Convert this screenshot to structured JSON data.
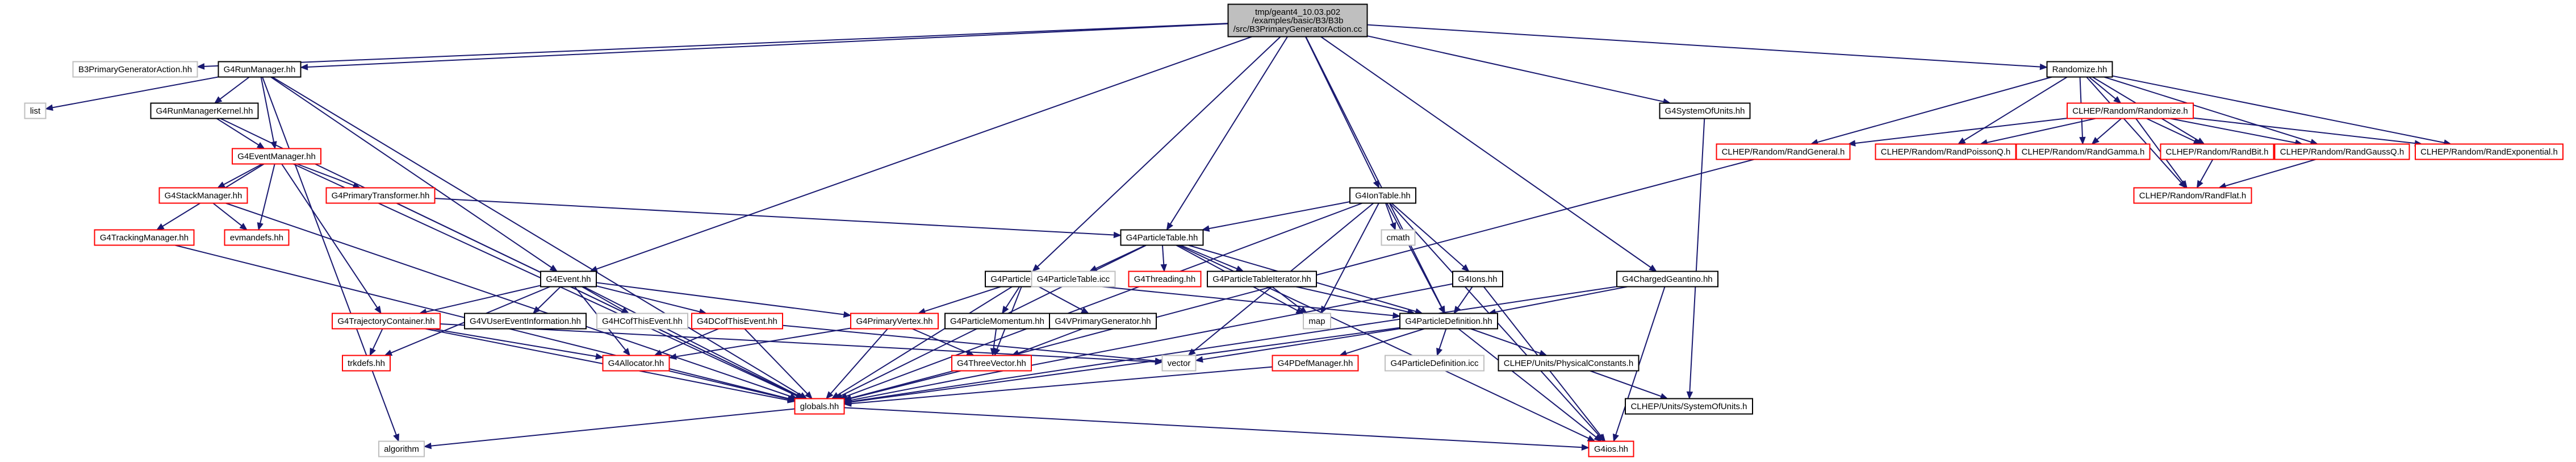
{
  "colors": {
    "edge": "#191970",
    "root_fill": "#bfbfbf",
    "root_border": "#000000",
    "documented_border": "#000000",
    "missing_border": "#ff0000",
    "external_border": "#bfbfbf",
    "external_text": "#000000",
    "node_fill": "#ffffff"
  },
  "nodes": [
    {
      "id": "root",
      "label": [
        "tmp/geant4_10.03.p02",
        "/examples/basic/B3/B3b",
        "/src/B3PrimaryGeneratorAction.cc"
      ],
      "kind": "root"
    },
    {
      "id": "B3PGA_hh",
      "label": [
        "B3PrimaryGeneratorAction.hh"
      ],
      "kind": "external"
    },
    {
      "id": "G4RunManager",
      "label": [
        "G4RunManager.hh"
      ],
      "kind": "documented"
    },
    {
      "id": "list",
      "label": [
        "list"
      ],
      "kind": "external"
    },
    {
      "id": "G4RunManagerKernel",
      "label": [
        "G4RunManagerKernel.hh"
      ],
      "kind": "documented"
    },
    {
      "id": "G4EventManager",
      "label": [
        "G4EventManager.hh"
      ],
      "kind": "missing"
    },
    {
      "id": "G4StackManager",
      "label": [
        "G4StackManager.hh"
      ],
      "kind": "missing"
    },
    {
      "id": "G4PrimaryTransformer",
      "label": [
        "G4PrimaryTransformer.hh"
      ],
      "kind": "missing"
    },
    {
      "id": "G4TrackingManager",
      "label": [
        "G4TrackingManager.hh"
      ],
      "kind": "missing"
    },
    {
      "id": "evmandefs",
      "label": [
        "evmandefs.hh"
      ],
      "kind": "missing"
    },
    {
      "id": "G4Event",
      "label": [
        "G4Event.hh"
      ],
      "kind": "documented"
    },
    {
      "id": "G4TrajectoryContainer",
      "label": [
        "G4TrajectoryContainer.hh"
      ],
      "kind": "missing"
    },
    {
      "id": "G4VUserEventInformation",
      "label": [
        "G4VUserEventInformation.hh"
      ],
      "kind": "documented"
    },
    {
      "id": "G4HCofThisEvent",
      "label": [
        "G4HCofThisEvent.hh"
      ],
      "kind": "external"
    },
    {
      "id": "G4DCofThisEvent",
      "label": [
        "G4DCofThisEvent.hh"
      ],
      "kind": "missing"
    },
    {
      "id": "trkdefs",
      "label": [
        "trkdefs.hh"
      ],
      "kind": "missing"
    },
    {
      "id": "G4Allocator",
      "label": [
        "G4Allocator.hh"
      ],
      "kind": "missing"
    },
    {
      "id": "globals",
      "label": [
        "globals.hh"
      ],
      "kind": "missing"
    },
    {
      "id": "algorithm",
      "label": [
        "algorithm"
      ],
      "kind": "external"
    },
    {
      "id": "vector",
      "label": [
        "vector"
      ],
      "kind": "external"
    },
    {
      "id": "G4ParticleGun",
      "label": [
        "G4ParticleGun.hh"
      ],
      "kind": "documented"
    },
    {
      "id": "G4PrimaryVertex",
      "label": [
        "G4PrimaryVertex.hh"
      ],
      "kind": "missing"
    },
    {
      "id": "G4ParticleMomentum",
      "label": [
        "G4ParticleMomentum.hh"
      ],
      "kind": "documented"
    },
    {
      "id": "G4VPrimaryGenerator",
      "label": [
        "G4VPrimaryGenerator.hh"
      ],
      "kind": "documented"
    },
    {
      "id": "G4ThreeVector",
      "label": [
        "G4ThreeVector.hh"
      ],
      "kind": "missing"
    },
    {
      "id": "G4ParticleTable",
      "label": [
        "G4ParticleTable.hh"
      ],
      "kind": "documented"
    },
    {
      "id": "G4ParticleTable_icc",
      "label": [
        "G4ParticleTable.icc"
      ],
      "kind": "external"
    },
    {
      "id": "G4Threading",
      "label": [
        "G4Threading.hh"
      ],
      "kind": "missing"
    },
    {
      "id": "G4ParticleTableIterator",
      "label": [
        "G4ParticleTableIterator.hh"
      ],
      "kind": "documented"
    },
    {
      "id": "map",
      "label": [
        "map"
      ],
      "kind": "external"
    },
    {
      "id": "G4IonTable",
      "label": [
        "G4IonTable.hh"
      ],
      "kind": "documented"
    },
    {
      "id": "cmath",
      "label": [
        "cmath"
      ],
      "kind": "external"
    },
    {
      "id": "G4Ions",
      "label": [
        "G4Ions.hh"
      ],
      "kind": "documented"
    },
    {
      "id": "G4ParticleDefinition",
      "label": [
        "G4ParticleDefinition.hh"
      ],
      "kind": "documented"
    },
    {
      "id": "G4PDefManager",
      "label": [
        "G4PDefManager.hh"
      ],
      "kind": "missing"
    },
    {
      "id": "G4ParticleDefinition_icc",
      "label": [
        "G4ParticleDefinition.icc"
      ],
      "kind": "external"
    },
    {
      "id": "PhysicalConstants",
      "label": [
        "CLHEP/Units/PhysicalConstants.h"
      ],
      "kind": "documented"
    },
    {
      "id": "SystemOfUnits",
      "label": [
        "CLHEP/Units/SystemOfUnits.h"
      ],
      "kind": "documented"
    },
    {
      "id": "G4ios",
      "label": [
        "G4ios.hh"
      ],
      "kind": "missing"
    },
    {
      "id": "G4ChargedGeantino",
      "label": [
        "G4ChargedGeantino.hh"
      ],
      "kind": "documented"
    },
    {
      "id": "G4SystemOfUnits",
      "label": [
        "G4SystemOfUnits.hh"
      ],
      "kind": "documented"
    },
    {
      "id": "Randomize",
      "label": [
        "Randomize.hh"
      ],
      "kind": "documented"
    },
    {
      "id": "CLHEP_Randomize",
      "label": [
        "CLHEP/Random/Randomize.h"
      ],
      "kind": "missing"
    },
    {
      "id": "RandGeneral",
      "label": [
        "CLHEP/Random/RandGeneral.h"
      ],
      "kind": "missing"
    },
    {
      "id": "RandPoissonQ",
      "label": [
        "CLHEP/Random/RandPoissonQ.h"
      ],
      "kind": "missing"
    },
    {
      "id": "RandGamma",
      "label": [
        "CLHEP/Random/RandGamma.h"
      ],
      "kind": "missing"
    },
    {
      "id": "RandBit",
      "label": [
        "CLHEP/Random/RandBit.h"
      ],
      "kind": "missing"
    },
    {
      "id": "RandGaussQ",
      "label": [
        "CLHEP/Random/RandGaussQ.h"
      ],
      "kind": "missing"
    },
    {
      "id": "RandExponential",
      "label": [
        "CLHEP/Random/RandExponential.h"
      ],
      "kind": "missing"
    },
    {
      "id": "RandFlat",
      "label": [
        "CLHEP/Random/RandFlat.h"
      ],
      "kind": "missing"
    }
  ],
  "edges": [
    [
      "root",
      "B3PGA_hh"
    ],
    [
      "root",
      "G4RunManager"
    ],
    [
      "root",
      "G4Event"
    ],
    [
      "root",
      "G4ParticleGun"
    ],
    [
      "root",
      "G4ParticleTable"
    ],
    [
      "root",
      "G4IonTable"
    ],
    [
      "root",
      "G4ParticleDefinition"
    ],
    [
      "root",
      "G4ChargedGeantino"
    ],
    [
      "root",
      "G4SystemOfUnits"
    ],
    [
      "root",
      "Randomize"
    ],
    [
      "G4RunManager",
      "list"
    ],
    [
      "G4RunManager",
      "G4RunManagerKernel"
    ],
    [
      "G4RunManager",
      "G4EventManager"
    ],
    [
      "G4RunManager",
      "G4Event"
    ],
    [
      "G4RunManager",
      "globals"
    ],
    [
      "G4RunManager",
      "algorithm"
    ],
    [
      "G4RunManagerKernel",
      "G4EventManager"
    ],
    [
      "G4RunManagerKernel",
      "globals"
    ],
    [
      "G4EventManager",
      "G4StackManager"
    ],
    [
      "G4EventManager",
      "G4PrimaryTransformer"
    ],
    [
      "G4EventManager",
      "G4TrackingManager"
    ],
    [
      "G4EventManager",
      "evmandefs"
    ],
    [
      "G4EventManager",
      "G4TrajectoryContainer"
    ],
    [
      "G4EventManager",
      "globals"
    ],
    [
      "G4StackManager",
      "evmandefs"
    ],
    [
      "G4StackManager",
      "globals"
    ],
    [
      "G4PrimaryTransformer",
      "G4ParticleTable"
    ],
    [
      "G4PrimaryTransformer",
      "globals"
    ],
    [
      "G4TrackingManager",
      "globals"
    ],
    [
      "G4Event",
      "G4TrajectoryContainer"
    ],
    [
      "G4Event",
      "G4VUserEventInformation"
    ],
    [
      "G4Event",
      "G4HCofThisEvent"
    ],
    [
      "G4Event",
      "G4DCofThisEvent"
    ],
    [
      "G4Event",
      "G4PrimaryVertex"
    ],
    [
      "G4Event",
      "G4Allocator"
    ],
    [
      "G4Event",
      "globals"
    ],
    [
      "G4Event",
      "trkdefs"
    ],
    [
      "G4TrajectoryContainer",
      "trkdefs"
    ],
    [
      "G4TrajectoryContainer",
      "G4Allocator"
    ],
    [
      "G4TrajectoryContainer",
      "globals"
    ],
    [
      "G4TrajectoryContainer",
      "vector"
    ],
    [
      "G4DCofThisEvent",
      "G4Allocator"
    ],
    [
      "G4DCofThisEvent",
      "globals"
    ],
    [
      "G4DCofThisEvent",
      "vector"
    ],
    [
      "G4Allocator",
      "globals"
    ],
    [
      "globals",
      "algorithm"
    ],
    [
      "globals",
      "G4ios"
    ],
    [
      "G4ParticleGun",
      "G4PrimaryVertex"
    ],
    [
      "G4ParticleGun",
      "G4ParticleMomentum"
    ],
    [
      "G4ParticleGun",
      "G4VPrimaryGenerator"
    ],
    [
      "G4ParticleGun",
      "G4ThreeVector"
    ],
    [
      "G4ParticleGun",
      "G4ParticleDefinition"
    ],
    [
      "G4ParticleGun",
      "globals"
    ],
    [
      "G4PrimaryVertex",
      "G4ThreeVector"
    ],
    [
      "G4PrimaryVertex",
      "G4Allocator"
    ],
    [
      "G4PrimaryVertex",
      "globals"
    ],
    [
      "G4ParticleMomentum",
      "G4ThreeVector"
    ],
    [
      "G4VPrimaryGenerator",
      "G4ThreeVector"
    ],
    [
      "G4ThreeVector",
      "globals"
    ],
    [
      "G4ParticleTable",
      "G4ParticleTable_icc"
    ],
    [
      "G4ParticleTable",
      "G4Threading"
    ],
    [
      "G4ParticleTable",
      "G4ParticleTableIterator"
    ],
    [
      "G4ParticleTable",
      "G4ParticleDefinition"
    ],
    [
      "G4ParticleTable",
      "map"
    ],
    [
      "G4ParticleTable",
      "globals"
    ],
    [
      "G4ParticleTable",
      "G4ios"
    ],
    [
      "G4ParticleTableIterator",
      "G4ParticleDefinition"
    ],
    [
      "G4ParticleTableIterator",
      "map"
    ],
    [
      "G4IonTable",
      "G4ParticleTable"
    ],
    [
      "G4IonTable",
      "cmath"
    ],
    [
      "G4IonTable",
      "G4Ions"
    ],
    [
      "G4IonTable",
      "G4ParticleDefinition"
    ],
    [
      "G4IonTable",
      "map"
    ],
    [
      "G4IonTable",
      "vector"
    ],
    [
      "G4IonTable",
      "globals"
    ],
    [
      "G4IonTable",
      "G4ios"
    ],
    [
      "G4Ions",
      "G4ParticleDefinition"
    ],
    [
      "G4Ions",
      "globals"
    ],
    [
      "G4Ions",
      "G4ios"
    ],
    [
      "G4ParticleDefinition",
      "G4PDefManager"
    ],
    [
      "G4ParticleDefinition",
      "G4ParticleDefinition_icc"
    ],
    [
      "G4ParticleDefinition",
      "PhysicalConstants"
    ],
    [
      "G4ParticleDefinition",
      "vector"
    ],
    [
      "G4ParticleDefinition",
      "globals"
    ],
    [
      "G4ParticleDefinition",
      "G4ios"
    ],
    [
      "G4PDefManager",
      "globals"
    ],
    [
      "PhysicalConstants",
      "SystemOfUnits"
    ],
    [
      "G4ChargedGeantino",
      "G4ParticleDefinition"
    ],
    [
      "G4ChargedGeantino",
      "globals"
    ],
    [
      "G4ChargedGeantino",
      "G4ios"
    ],
    [
      "G4SystemOfUnits",
      "SystemOfUnits"
    ],
    [
      "Randomize",
      "CLHEP_Randomize"
    ],
    [
      "Randomize",
      "RandGeneral"
    ],
    [
      "Randomize",
      "RandPoissonQ"
    ],
    [
      "Randomize",
      "RandGamma"
    ],
    [
      "Randomize",
      "RandBit"
    ],
    [
      "Randomize",
      "RandGaussQ"
    ],
    [
      "Randomize",
      "RandExponential"
    ],
    [
      "Randomize",
      "RandFlat"
    ],
    [
      "CLHEP_Randomize",
      "RandGeneral"
    ],
    [
      "CLHEP_Randomize",
      "RandPoissonQ"
    ],
    [
      "CLHEP_Randomize",
      "RandGamma"
    ],
    [
      "CLHEP_Randomize",
      "RandBit"
    ],
    [
      "CLHEP_Randomize",
      "RandGaussQ"
    ],
    [
      "CLHEP_Randomize",
      "RandExponential"
    ],
    [
      "CLHEP_Randomize",
      "RandFlat"
    ],
    [
      "RandGeneral",
      "globals"
    ],
    [
      "RandBit",
      "RandFlat"
    ],
    [
      "RandGaussQ",
      "RandFlat"
    ]
  ]
}
